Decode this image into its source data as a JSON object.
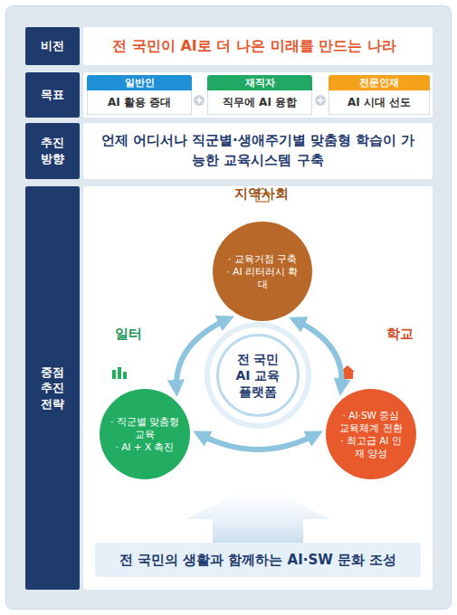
{
  "diagram": {
    "nodes": [
      {
        "text": [
          "비전"
        ]
      },
      {
        "text": [
          "전 국민이 AI로 더 나은 미래를 만드는 나라"
        ]
      },
      {
        "text": [
          "목표"
        ]
      },
      {
        "text": [
          "일반인",
          "AI 활용 증대"
        ]
      },
      {
        "text": [
          "재직자",
          "직무에 AI 융합"
        ]
      },
      {
        "text": [
          "전문인재",
          "AI 시대 선도"
        ]
      },
      {
        "text": [
          "추진 방향"
        ]
      },
      {
        "text": [
          "언제 어디서나 직군별·생애주기별 맞춤형 학습이 가능한 교육시스템 구축"
        ]
      },
      {
        "text": [
          "중점 추진 전략"
        ]
      },
      {
        "text": [
          "지역사회",
          "· 교육거점 구축",
          "· AI 리터러시 확대"
        ]
      },
      {
        "text": [
          "전 국민 AI 교육 플랫폼"
        ]
      },
      {
        "text": [
          "일터",
          "· 직군별 맞춤형 교육",
          "· AI + X 촉진"
        ]
      },
      {
        "text": [
          "학교",
          "· AI·SW 중심 교육체계 전환",
          "· 최고급 AI 인재 양성"
        ]
      },
      {
        "text": [
          "전 국민의 생활과 함께하는 AI·SW 문화 조성"
        ]
      }
    ],
    "edges": [
      {
        "from": 9,
        "to": 11,
        "arrow": "both"
      },
      {
        "from": 9,
        "to": 12,
        "arrow": "both"
      },
      {
        "from": 11,
        "to": 12,
        "arrow": "both"
      }
    ]
  }
}
